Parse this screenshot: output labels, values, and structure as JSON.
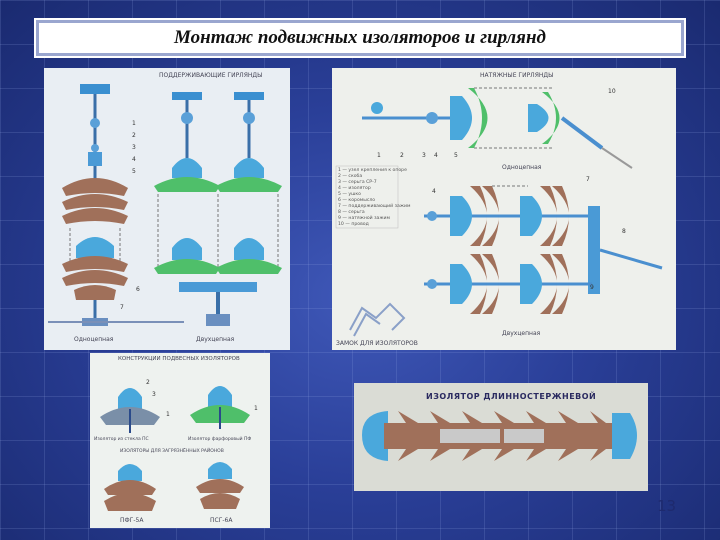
{
  "slide": {
    "title": "Монтаж подвижных изоляторов и гирлянд",
    "page_number": "13"
  },
  "panels": {
    "suspension": {
      "heading": "ПОДДЕРЖИВАЮЩИЕ ГИРЛЯНДЫ",
      "numbers": [
        "1",
        "2",
        "3",
        "4",
        "5",
        "6",
        "7"
      ],
      "captions": [
        "Одноцепная",
        "Двухцепная"
      ]
    },
    "tension": {
      "heading": "НАТЯЖНЫЕ ГИРЛЯНДЫ",
      "numbers_top": [
        "1",
        "2",
        "3",
        "4",
        "5",
        "10"
      ],
      "numbers_side": [
        "4",
        "7",
        "8",
        "9"
      ],
      "legend": [
        "1 — узел крепления к опоре",
        "2 — скоба",
        "3 — серьга СР-7",
        "4 — изолятор",
        "5 — ушко",
        "6 — коромысло",
        "7 — поддерживающий зажим",
        "8 — серьга",
        "9 — натяжной зажим",
        "10 — провод"
      ],
      "key_caption": "ЗАМОК ДЛЯ ИЗОЛЯТОРОВ",
      "captions": [
        "Одноцепная",
        "Двухцепная"
      ]
    },
    "constructions": {
      "heading": "КОНСТРУКЦИИ ПОДВЕСНЫХ ИЗОЛЯТОРОВ",
      "numbers": [
        "1",
        "2",
        "3",
        "1"
      ],
      "captions": [
        "Изолятор из стекла ПС",
        "Изолятор фарфоровый ПФ"
      ],
      "subheading": "ИЗОЛЯТОРЫ ДЛЯ ЗАГРЯЗНЁННЫХ РАЙОНОВ",
      "captions_bottom": [
        "ПФГ-5А",
        "ПСГ-6А"
      ]
    },
    "longrod": {
      "heading": "ИЗОЛЯТОР ДЛИННОСТЕРЖНЕВОЙ"
    }
  },
  "colors": {
    "background": "#2a3f98",
    "ceramic": "#9a6e54",
    "cap_blue": "#4aa8dc",
    "glass_green": "#4fbf6a"
  }
}
